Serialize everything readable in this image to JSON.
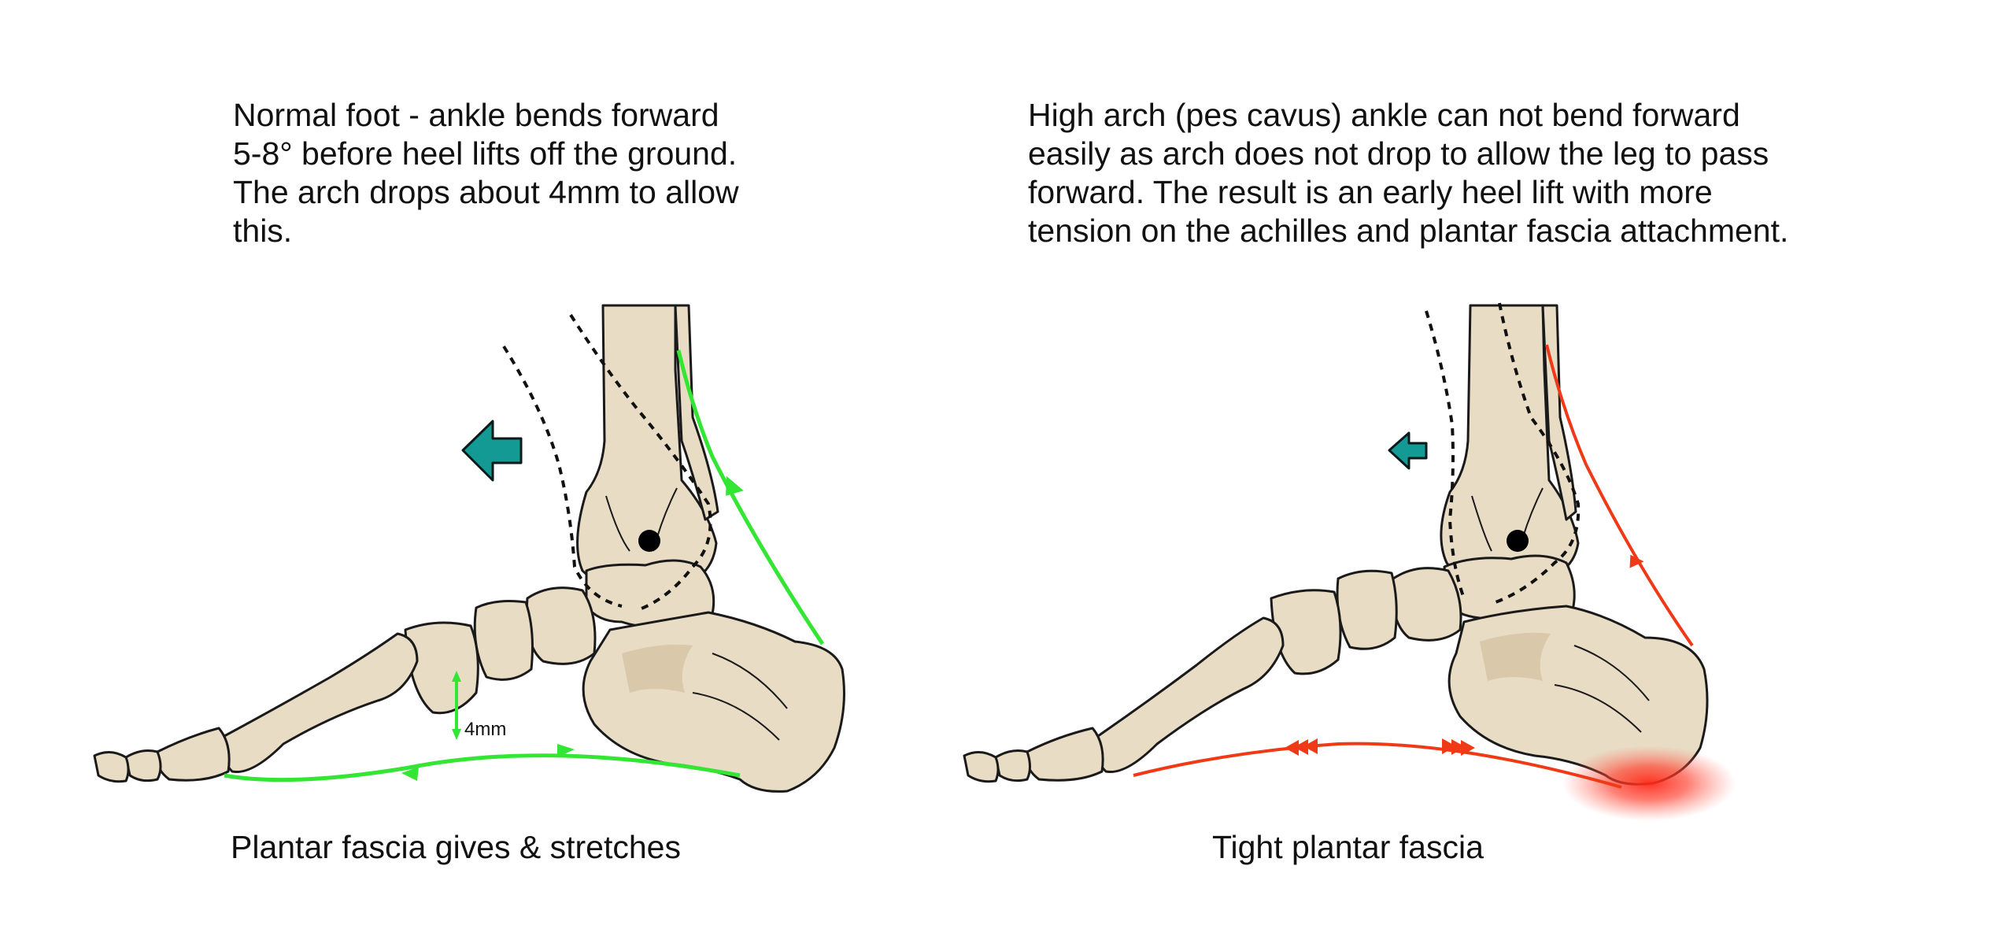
{
  "left_panel": {
    "caption": "Normal foot - ankle bends forward\n5-8° before heel lifts off the ground.\nThe arch drops about 4mm to allow\nthis.",
    "arch_drop_label": "4mm",
    "bottom_label": "Plantar fascia gives & stretches",
    "fascia_color": "#33e633"
  },
  "right_panel": {
    "caption": "High arch (pes cavus) ankle can not bend forward\neasily as arch does not drop to allow the leg to pass\nforward. The result is an  early heel lift with more\ntension on the achilles and plantar fascia attachment.",
    "bottom_label": "Tight plantar fascia",
    "fascia_color": "#f03a17"
  },
  "arrow_color": "#149a94"
}
